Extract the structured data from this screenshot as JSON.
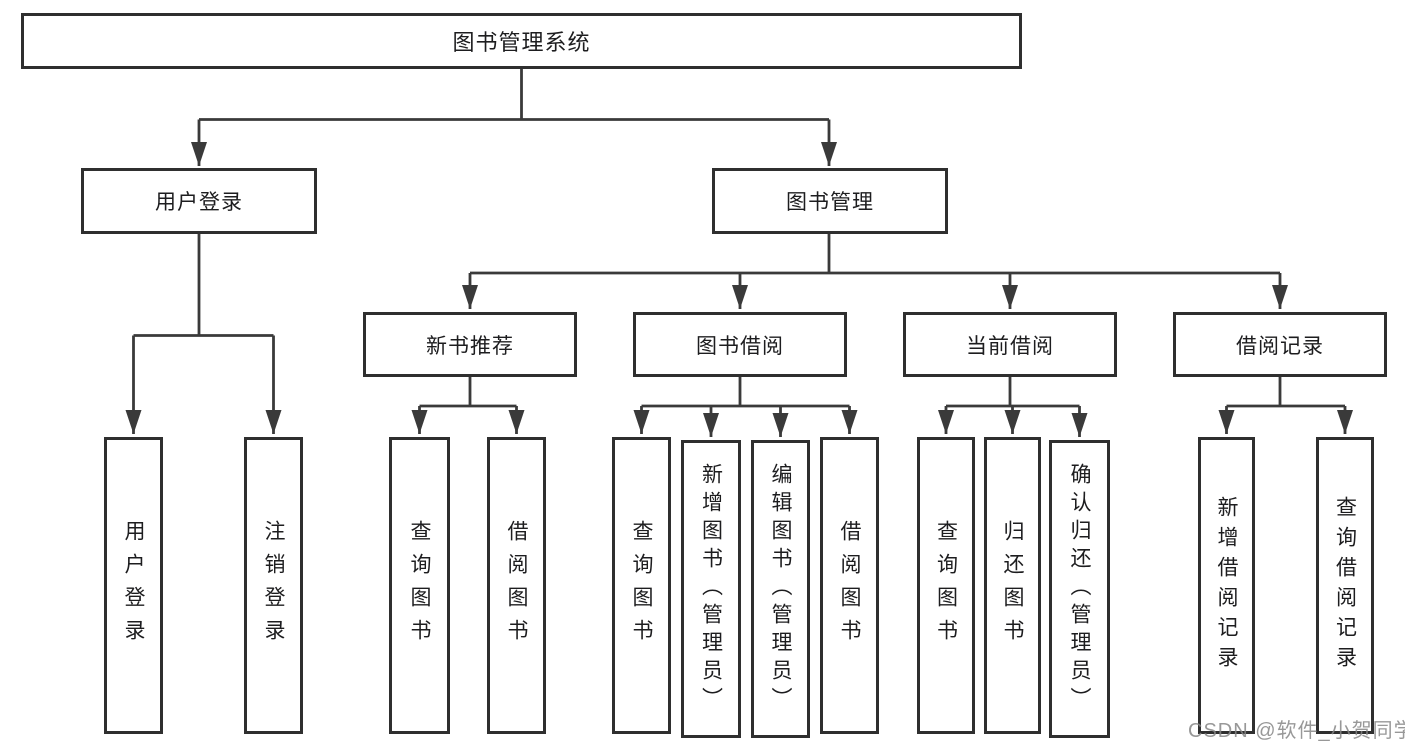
{
  "diagram": {
    "nodes": {
      "root": "图书管理系统",
      "user_login": "用户登录",
      "book_mgmt": "图书管理",
      "new_book_rec": "新书推荐",
      "book_borrow": "图书借阅",
      "current_borrow": "当前借阅",
      "borrow_record": "借阅记录",
      "leaf_user_login": "用户登录",
      "leaf_logout": "注销登录",
      "leaf_query_book_rec": "查询图书",
      "leaf_borrow_book_rec": "借阅图书",
      "leaf_query_book_borrow": "查询图书",
      "leaf_add_book": "新增图书（管理员）",
      "leaf_edit_book": "编辑图书（管理员）",
      "leaf_borrow_book_borrow": "借阅图书",
      "leaf_query_book_current": "查询图书",
      "leaf_return_book": "归还图书",
      "leaf_confirm_return": "确认归还（管理员）",
      "leaf_add_borrow_record": "新增借阅记录",
      "leaf_query_borrow_record": "查询借阅记录"
    },
    "line_color": "#3a3a3a",
    "border_color": "#2f2f2f",
    "background_color": "#ffffff"
  },
  "watermark": "CSDN @软件_小贺同学"
}
